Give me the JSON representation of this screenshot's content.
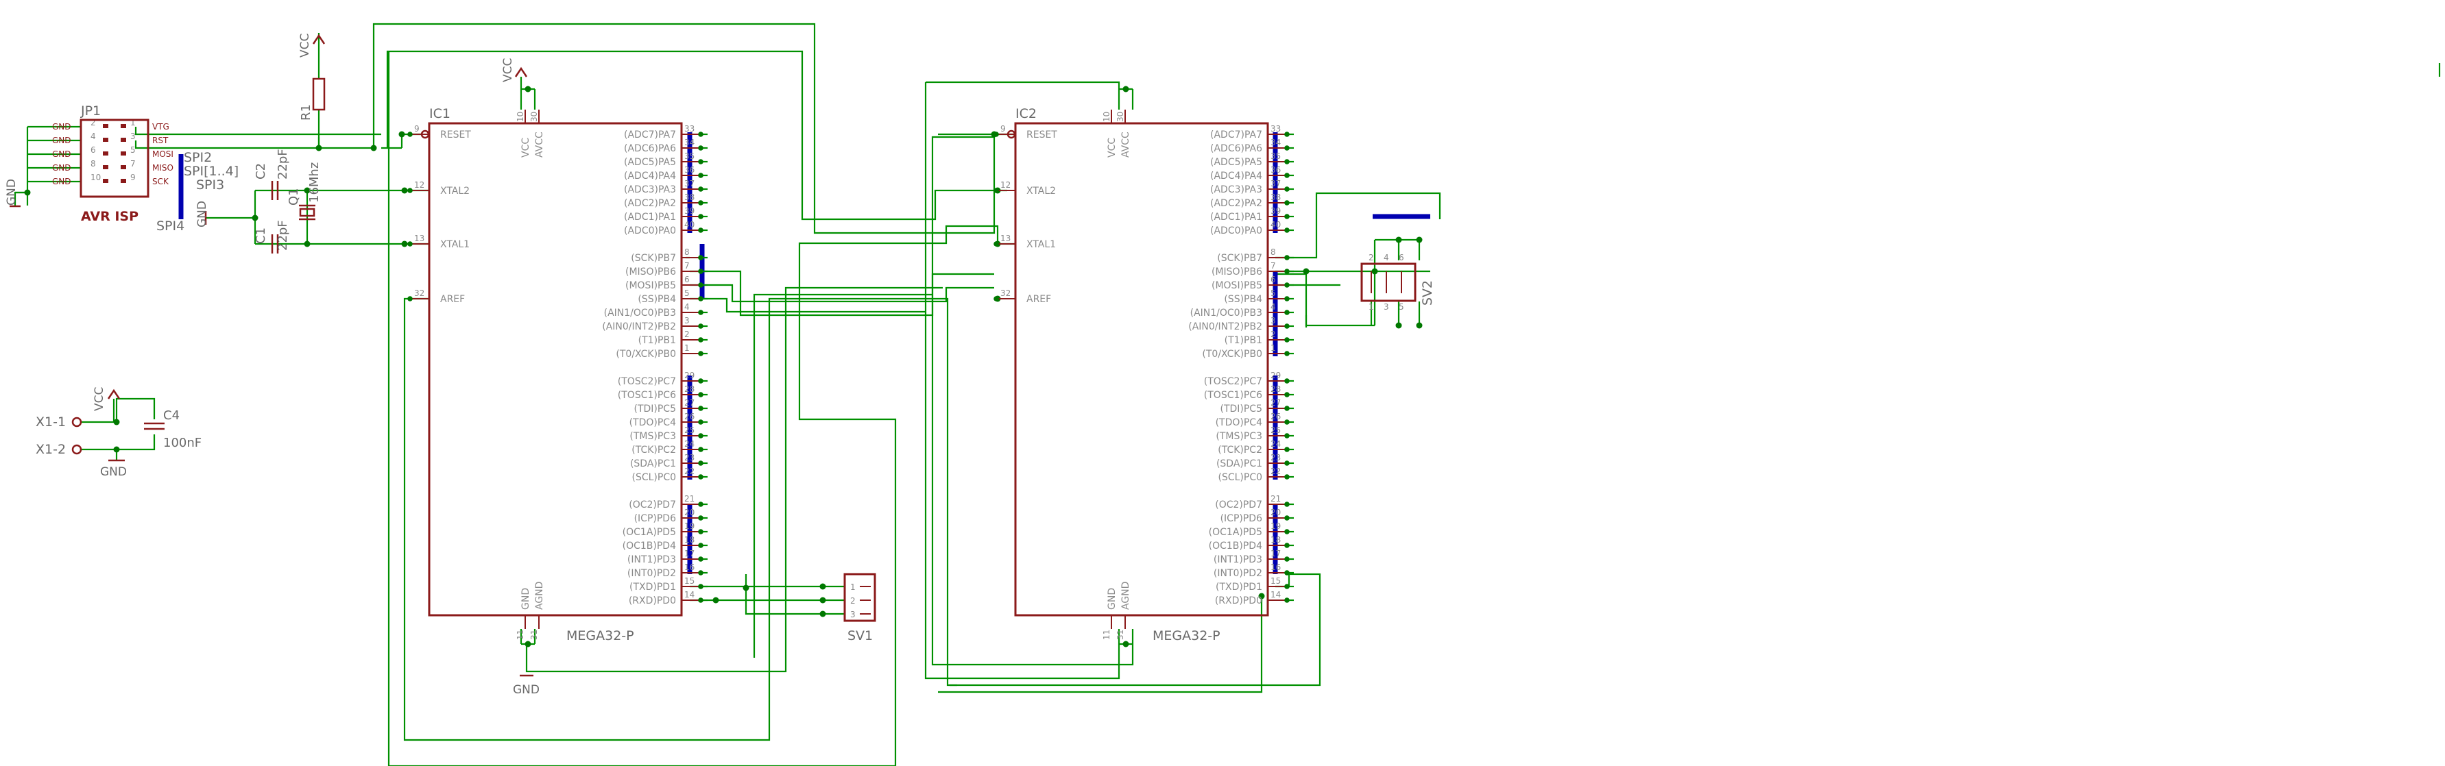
{
  "ic1": {
    "name": "IC1",
    "value": "MEGA32-P",
    "left_pins": [
      {
        "num": "9",
        "name": "RESET"
      },
      {
        "num": "12",
        "name": "XTAL2"
      },
      {
        "num": "13",
        "name": "XTAL1"
      },
      {
        "num": "32",
        "name": "AREF"
      }
    ],
    "top_pins": [
      {
        "num": "10",
        "name": "VCC"
      },
      {
        "num": "30",
        "name": "AVCC"
      }
    ],
    "bottom_pins": [
      {
        "num": "11",
        "name": "GND"
      },
      {
        "num": "31",
        "name": "AGND"
      }
    ],
    "right_groups": [
      [
        {
          "name": "(ADC7)PA7",
          "num": "33"
        },
        {
          "name": "(ADC6)PA6",
          "num": "34"
        },
        {
          "name": "(ADC5)PA5",
          "num": "35"
        },
        {
          "name": "(ADC4)PA4",
          "num": "36"
        },
        {
          "name": "(ADC3)PA3",
          "num": "37"
        },
        {
          "name": "(ADC2)PA2",
          "num": "38"
        },
        {
          "name": "(ADC1)PA1",
          "num": "39"
        },
        {
          "name": "(ADC0)PA0",
          "num": "40"
        }
      ],
      [
        {
          "name": "(SCK)PB7",
          "num": "8"
        },
        {
          "name": "(MISO)PB6",
          "num": "7"
        },
        {
          "name": "(MOSI)PB5",
          "num": "6"
        },
        {
          "name": "(SS)PB4",
          "num": "5"
        },
        {
          "name": "(AIN1/OC0)PB3",
          "num": "4"
        },
        {
          "name": "(AIN0/INT2)PB2",
          "num": "3"
        },
        {
          "name": "(T1)PB1",
          "num": "2"
        },
        {
          "name": "(T0/XCK)PB0",
          "num": "1"
        }
      ],
      [
        {
          "name": "(TOSC2)PC7",
          "num": "29"
        },
        {
          "name": "(TOSC1)PC6",
          "num": "28"
        },
        {
          "name": "(TDI)PC5",
          "num": "27"
        },
        {
          "name": "(TDO)PC4",
          "num": "26"
        },
        {
          "name": "(TMS)PC3",
          "num": "25"
        },
        {
          "name": "(TCK)PC2",
          "num": "24"
        },
        {
          "name": "(SDA)PC1",
          "num": "23"
        },
        {
          "name": "(SCL)PC0",
          "num": "22"
        }
      ],
      [
        {
          "name": "(OC2)PD7",
          "num": "21"
        },
        {
          "name": "(ICP)PD6",
          "num": "20"
        },
        {
          "name": "(OC1A)PD5",
          "num": "19"
        },
        {
          "name": "(OC1B)PD4",
          "num": "18"
        },
        {
          "name": "(INT1)PD3",
          "num": "17"
        },
        {
          "name": "(INT0)PD2",
          "num": "16"
        },
        {
          "name": "(TXD)PD1",
          "num": "15"
        },
        {
          "name": "(RXD)PD0",
          "num": "14"
        }
      ]
    ]
  },
  "ic2": {
    "name": "IC2",
    "value": "MEGA32-P"
  },
  "jp1": {
    "name": "JP1",
    "value": "AVR ISP",
    "left_labels": [
      "GND",
      "GND",
      "GND",
      "GND",
      "GND"
    ],
    "right_labels": [
      "VTG",
      "RST",
      "MOSI",
      "MISO",
      "SCK"
    ],
    "pin_numbers": [
      "2",
      "1",
      "4",
      "3",
      "6",
      "5",
      "8",
      "7",
      "10",
      "9"
    ]
  },
  "spi_labels": {
    "spi2": "SPI2",
    "spi_bus": "SPI[1..4]",
    "spi3": "SPI3",
    "spi4": "SPI4"
  },
  "supplies": {
    "vcc": "VCC",
    "gnd": "GND"
  },
  "r1": {
    "name": "R1"
  },
  "c1": {
    "name": "C1",
    "value": "22pF"
  },
  "c2": {
    "name": "C2",
    "value": "22pF"
  },
  "q1": {
    "name": "Q1",
    "value": "16Mhz"
  },
  "c4": {
    "name": "C4",
    "value": "100nF"
  },
  "connectors": {
    "x1_1": "X1-1",
    "x1_2": "X1-2"
  },
  "sv1": {
    "name": "SV1",
    "pins": [
      "1",
      "2",
      "3"
    ]
  },
  "sv2": {
    "name": "SV2",
    "pins": [
      "2",
      "4",
      "6",
      "1",
      "3",
      "5"
    ]
  }
}
